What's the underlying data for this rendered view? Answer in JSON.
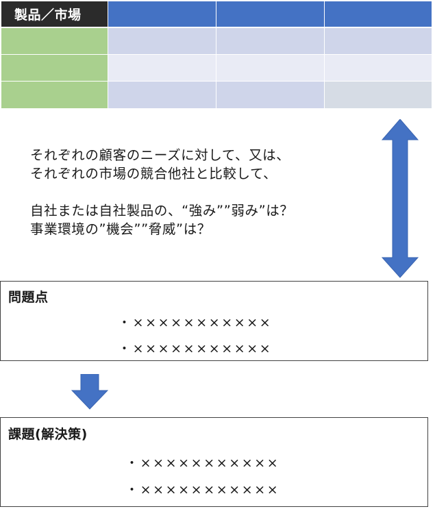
{
  "matrix": {
    "corner_label": "製品／市場",
    "colors": {
      "corner": "#2b2b2b",
      "column_header": "#4472c4",
      "row_header": "#a9d08e",
      "cell_dark": "#cfd5ea",
      "cell_light": "#e9ebf5",
      "cell_gray": "#d6dce5"
    }
  },
  "questions": {
    "line1": "それぞれの顧客のニーズに対して、又は、",
    "line2": "それぞれの市場の競合他社と比較して、",
    "line3": "自社または自社製品の、“強み””弱み”は？",
    "line4": "事業環境の”機会””脅威”は？"
  },
  "problems": {
    "title": "問題点",
    "items": [
      "・×××××××××××",
      "・×××××××××××"
    ]
  },
  "solutions": {
    "title": "課題(解決策)",
    "items": [
      "・×××××××××××",
      "・×××××××××××"
    ]
  },
  "arrows": {
    "color": "#4472c4",
    "double_arrow_icon": "double-vertical-arrow",
    "down_arrow_icon": "down-arrow"
  }
}
